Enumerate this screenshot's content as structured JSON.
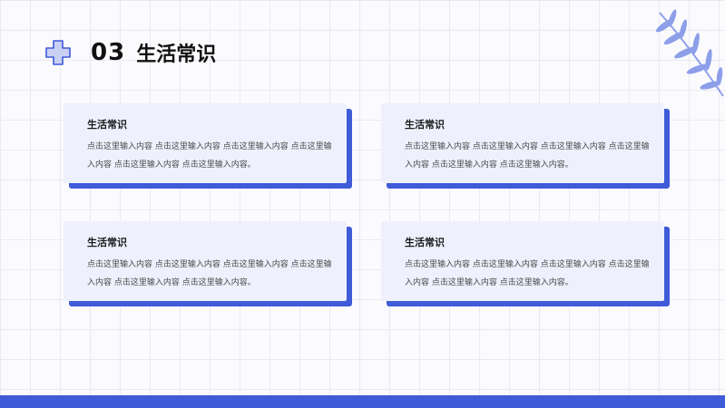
{
  "header": {
    "number": "03",
    "title": "生活常识"
  },
  "cards": [
    {
      "title": "生活常识",
      "body": "点击这里输入内容 点击这里输入内容 点击这里输入内容 点击这里输入内容 点击这里输入内容 点击这里输入内容。"
    },
    {
      "title": "生活常识",
      "body": "点击这里输入内容 点击这里输入内容 点击这里输入内容 点击这里输入内容 点击这里输入内容 点击这里输入内容。"
    },
    {
      "title": "生活常识",
      "body": "点击这里输入内容 点击这里输入内容 点击这里输入内容 点击这里输入内容 点击这里输入内容 点击这里输入内容。"
    },
    {
      "title": "生活常识",
      "body": "点击这里输入内容 点击这里输入内容 点击这里输入内容 点击这里输入内容 点击这里输入内容 点击这里输入内容。"
    }
  ],
  "colors": {
    "accent": "#3f5bd8",
    "card_bg": "#eef1fd",
    "cross_fill": "#c9d0f4",
    "leaf": "#7b8fe6"
  },
  "icons": {
    "cross": "plus-cross-icon",
    "leaf": "leaf-decoration-icon"
  }
}
